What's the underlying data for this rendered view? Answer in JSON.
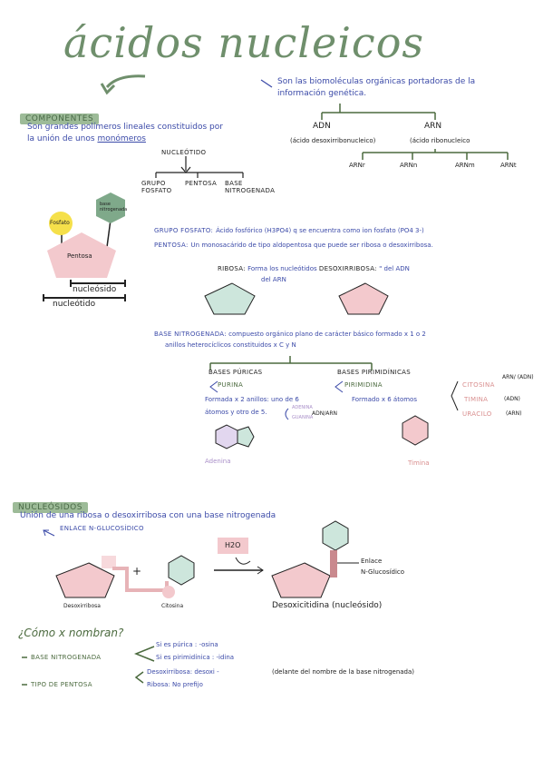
{
  "title": "ácidos nucleicos",
  "intro": "Son las biomoléculas orgánicas portadoras de la información genética.",
  "componentes": {
    "heading": "COMPONENTES",
    "text1": "Son grandes polímeros lineales constituidos por",
    "text2": "la unión de unos",
    "monomeros": "monómeros"
  },
  "tree": {
    "adn": "ADN",
    "adn_full": "(ácido desoxirribonucleico)",
    "arn": "ARN",
    "arn_full": "(ácido ribonucleico",
    "arn_types": [
      "ARNr",
      "ARNn",
      "ARNm",
      "ARNt"
    ]
  },
  "nucleotido": {
    "root": "NUCLEÓTIDO",
    "parts": [
      "GRUPO FOSFATO",
      "PENTOSA",
      "BASE NITROGENADA"
    ]
  },
  "diagram": {
    "fosfato": "Fosfato",
    "base": "base nitrogenada",
    "pentosa": "Pentosa",
    "nucleosido": "nucleósido",
    "nucleotido": "nucleótido"
  },
  "bullets": {
    "fosfato_label": "GRUPO FOSFATO:",
    "fosfato_text": "Ácido fosfórico (H3PO4) q se encuentra como ion fosfato (PO4 3-)",
    "pentosa_label": "PENTOSA:",
    "pentosa_text": "Un monosacárido de tipo aldopentosa que puede ser ribosa o desoxirribosa.",
    "ribosa_label": "RIBOSA:",
    "ribosa_text": "Forma los nucleótidos",
    "desox_label": "DESOXIRRIBOSA:",
    "desox_text": "\" del ADN",
    "del_arn": "del ARN",
    "base_label": "BASE NITROGENADA:",
    "base_text1": "compuesto orgánico plano de carácter básico formado x 1 o 2",
    "base_text2": "anillos heterocíclicos constituidos x C y N"
  },
  "bases": {
    "puricas": "BASES PÚRICAS",
    "purina": "PURINA",
    "pur_desc1": "Formada x 2 anillos: uno de 6",
    "pur_desc2": "átomos y otro de 5.",
    "adenina": "ADENINA",
    "guanina": "GUANINA",
    "adn_arn": "ADN/ARN",
    "adenina_label": "Adenina",
    "pirimidinicas": "BASES PIRIMIDÍNICAS",
    "pirimidina": "PIRIMIDINA",
    "pir_desc": "Formado x 6 átomos",
    "citosina": "CITOSINA",
    "citosina_tag": "ARN/ (ADN)",
    "timina": "TIMINA",
    "timina_tag": "(ADN)",
    "uracilo": "URACILO",
    "uracilo_tag": "(ARN)",
    "timina_label": "Timina"
  },
  "nucleosidos": {
    "heading": "NUCLEÓSIDOS",
    "text": "Unión de una ribosa o desoxirribosa con una base nitrogenada",
    "enlace": "ENLACE N-GLUCOSÍDICO",
    "desoxirribosa": "Desoxirribosa",
    "citosina": "Citosina",
    "water": "H2O",
    "enlace_label": "Enlace",
    "enlace_label2": "N-Glucosídico",
    "result": "Desoxicitidina (nucleósido)"
  },
  "nombrar": {
    "question": "¿Cómo x nombran?",
    "base_label": "BASE NITROGENADA",
    "si_purica": "Si es púrica : -osina",
    "si_pirimidinica": "Si es pirimidínica : -idina",
    "tipo_label": "TIPO DE PENTOSA",
    "desox": "Desoxirribosa: desoxi -",
    "desox_note": "(delante del nombre de la base nitrogenada)",
    "ribosa": "Ribosa: No prefijo"
  },
  "colors": {
    "green": "#6f8f6c",
    "highlight": "#9dbb98",
    "blue": "#3b4aa8",
    "pink": "#f3c9cd",
    "mint": "#cde6dc"
  }
}
